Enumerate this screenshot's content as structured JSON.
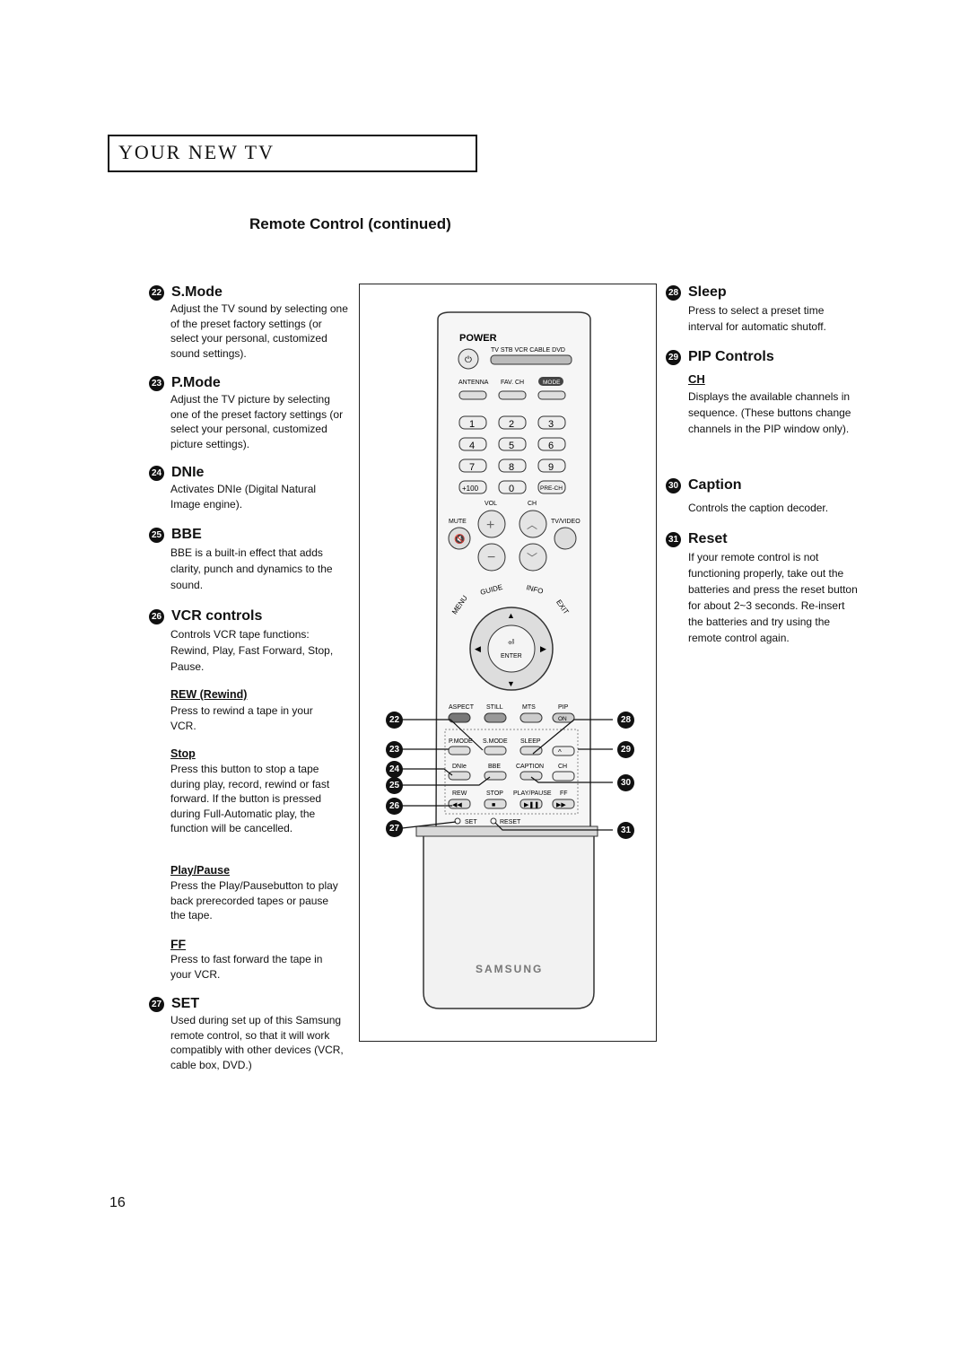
{
  "header": {
    "title": "YOUR NEW TV"
  },
  "subtitle": "Remote Control (continued)",
  "left": {
    "smode": {
      "num": "22",
      "title": "S.Mode",
      "text": "Adjust the TV sound by selecting one of the preset factory settings (or select your personal, customized sound settings)."
    },
    "pmode": {
      "num": "23",
      "title": "P.Mode",
      "text": "Adjust the TV picture by selecting one of the preset factory settings (or select your personal, customized picture settings)."
    },
    "dnie": {
      "num": "24",
      "title": "DNIe",
      "text": "Activates DNIe (Digital Natural Image engine)."
    },
    "bbe": {
      "num": "25",
      "title": "BBE",
      "text": "BBE is a built-in effect that adds clarity, punch and dynamics to the sound."
    },
    "vcr": {
      "num": "26",
      "title": "VCR controls",
      "text": "Controls VCR tape functions: Rewind, Play, Fast Forward, Stop, Pause."
    },
    "rew": {
      "title": "REW (Rewind)",
      "text": "Press to rewind a tape in your VCR."
    },
    "stop": {
      "title": "Stop",
      "text": "Press this button to stop a tape during play, record, rewind or fast forward. If the button is pressed during Full-Automatic play, the function will be cancelled."
    },
    "playpause": {
      "title": "Play/Pause",
      "text": "Press the Play/Pausebutton to play back prerecorded tapes or pause the tape."
    },
    "ff": {
      "title": "FF",
      "text": "Press to fast forward the tape in your VCR."
    },
    "set": {
      "num": "27",
      "title": "SET",
      "text": "Used during set up of this Samsung remote control, so that it will work compatibly with other devices (VCR, cable box, DVD.)"
    }
  },
  "right": {
    "sleep": {
      "num": "28",
      "title": "Sleep",
      "text": "Press to select a preset time interval for automatic shutoff."
    },
    "pip": {
      "num": "29",
      "title": "PIP Controls",
      "ch_title": "CH",
      "ch_text": "Displays the available channels in sequence. (These buttons change channels in the PIP window only)."
    },
    "caption": {
      "num": "30",
      "title": "Caption",
      "text": "Controls the caption decoder."
    },
    "reset": {
      "num": "31",
      "title": "Reset",
      "text": "If your remote control is not functioning properly, take out the batteries and press the reset button for about 2~3 seconds. Re-insert the batteries and try using the remote control again."
    }
  },
  "remote": {
    "power": "POWER",
    "modes": [
      "TV",
      "STB",
      "VCR",
      "CABLE",
      "DVD"
    ],
    "antenna": "ANTENNA",
    "fav_ch": "FAV. CH",
    "mode": "MODE",
    "digits": [
      "1",
      "2",
      "3",
      "4",
      "5",
      "6",
      "7",
      "8",
      "9"
    ],
    "plus100": "+100",
    "zero": "0",
    "prech": "PRE-CH",
    "vol": "VOL",
    "ch": "CH",
    "mute": "MUTE",
    "tvvideo": "TV/VIDEO",
    "guide": "GUIDE",
    "info": "INFO",
    "menu": "MENU",
    "exit": "EXIT",
    "enter": "ENTER",
    "aspect": "ASPECT",
    "still": "STILL",
    "mts": "MTS",
    "pip": "PIP",
    "on": "ON",
    "pmode": "P.MODE",
    "smode": "S.MODE",
    "sleep": "SLEEP",
    "dnie": "DNIe",
    "bbe": "BBE",
    "caption": "CAPTION",
    "ch2": "CH",
    "rew": "REW",
    "stop": "STOP",
    "playpause": "PLAY/PAUSE",
    "ff": "FF",
    "set": "SET",
    "reset": "RESET",
    "brand": "SAMSUNG",
    "callouts_left": [
      "22",
      "23",
      "24",
      "25",
      "26",
      "27"
    ],
    "callouts_right": [
      "28",
      "29",
      "30",
      "31"
    ]
  },
  "page_number": "16"
}
